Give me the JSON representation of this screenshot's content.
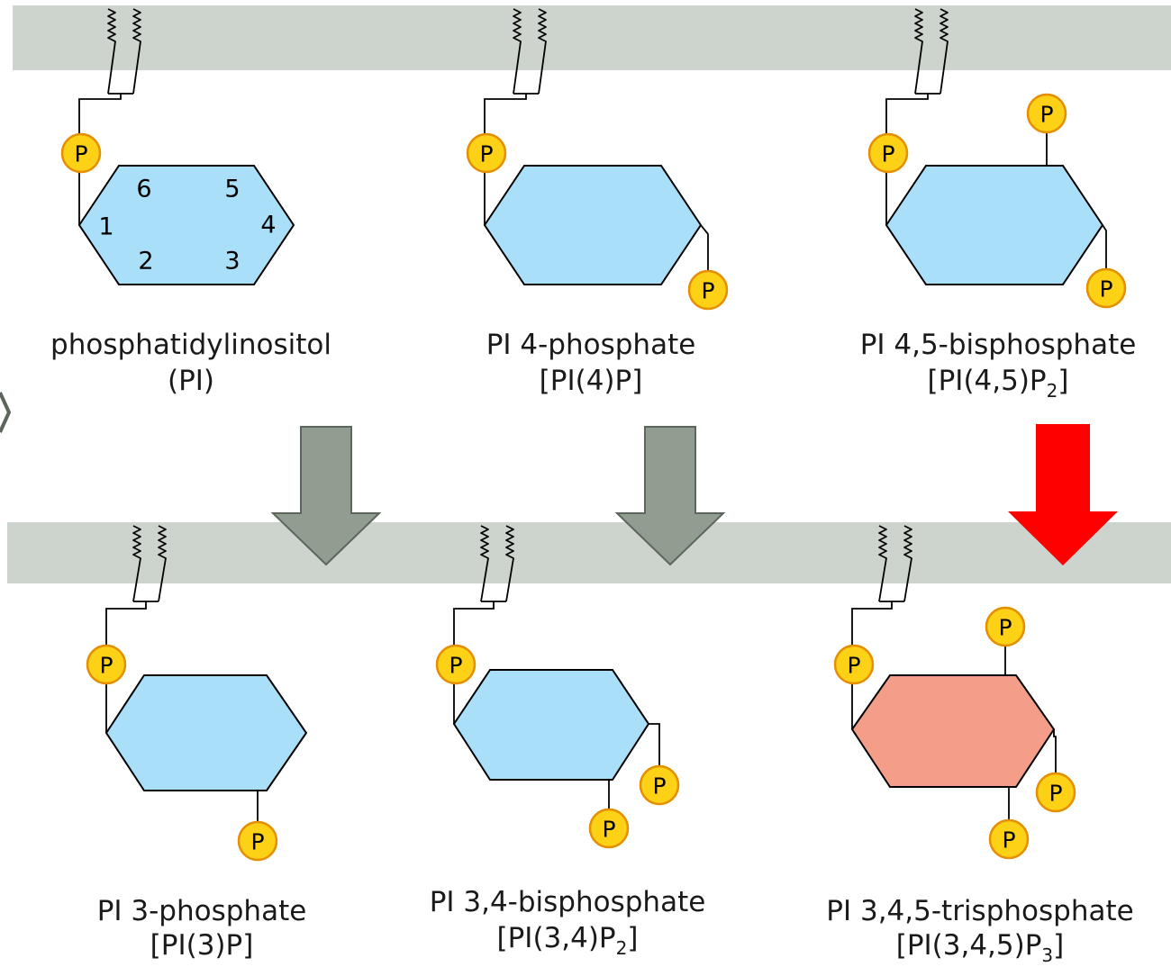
{
  "molecules": {
    "pi": {
      "name": "phosphatidylinositol",
      "abbr": "(PI)"
    },
    "pi4p": {
      "name": "PI 4-phosphate",
      "abbr": "[PI(4)P]"
    },
    "pi45p2": {
      "name": "PI 4,5-bisphosphate",
      "abbr": "[PI(4,5)P",
      "sub": "2",
      "close": "]"
    },
    "pi3p": {
      "name": "PI 3-phosphate",
      "abbr": "[PI(3)P]"
    },
    "pi34p2": {
      "name": "PI 3,4-bisphosphate",
      "abbr": "[PI(3,4)P",
      "sub": "2",
      "close": "]"
    },
    "pi345p3": {
      "name": "PI 3,4,5-trisphosphate",
      "abbr": "[PI(3,4,5)P",
      "sub": "3",
      "close": "]"
    }
  },
  "phosphate_label": "P",
  "ring_numbers": [
    "1",
    "2",
    "3",
    "4",
    "5",
    "6"
  ],
  "colors": {
    "membrane": "#cdd3cd",
    "inositol_ring": "#a9dff8",
    "highlight_ring": "#f49e8a",
    "phosphate": "#fcd116",
    "conversion_arrow": "#929d92",
    "highlight_arrow": "#fe0000"
  }
}
